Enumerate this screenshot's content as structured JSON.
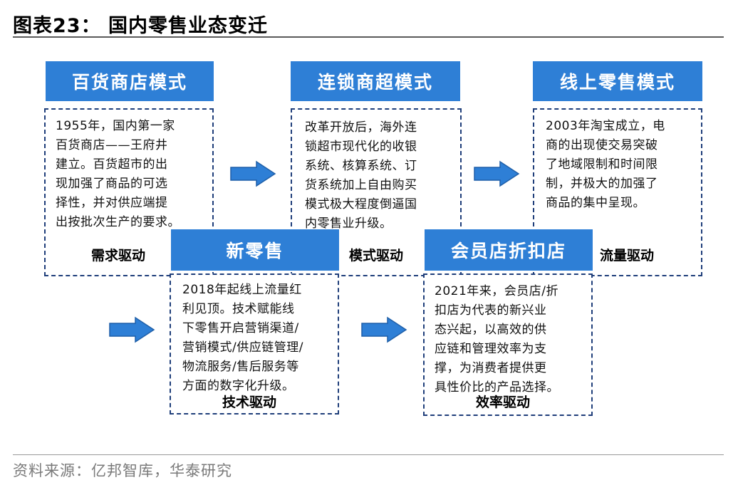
{
  "title": "图表23：  国内零售业态变迁",
  "source": "资料来源：亿邦智库，华泰研究",
  "stages": [
    {
      "header": "百货商店模式",
      "lines": [
        "1955年，国内第一家",
        "百货商店——王府井",
        "建立。百货超市的出",
        "现加强了商品的可选",
        "择性，并对供应端提",
        "出按批次生产的要求。"
      ],
      "driver": "需求驱动"
    },
    {
      "header": "连锁商超模式",
      "lines": [
        "改革开放后，海外连",
        "锁超市现代化的收银",
        "系统、核算系统、订",
        "货系统加上自由购买",
        "模式极大程度倒逼国",
        "内零售业升级。"
      ],
      "driver": "模式驱动"
    },
    {
      "header": "线上零售模式",
      "lines": [
        "2003年淘宝成立，电",
        "商的出现使交易突破",
        "了地域限制和时间限",
        "制，并极大的加强了",
        "商品的集中呈现。"
      ],
      "driver": "流量驱动"
    },
    {
      "header": "新零售",
      "lines": [
        "2018年起线上流量红",
        "利见顶。技术赋能线",
        "下零售开启营销渠道/",
        "营销模式/供应链管理/",
        "物流服务/售后服务等",
        "方面的数字化升级。"
      ],
      "driver": "技术驱动"
    },
    {
      "header": "会员店折扣店",
      "lines": [
        "2021年来，会员店/折",
        "扣店为代表的新兴业",
        "态兴起，以高效的供",
        "应链和管理效率为支",
        "撑，为消费者提供更",
        "具性价比的产品选择。"
      ],
      "driver": "效率驱动"
    }
  ],
  "colors": {
    "header_bg": "#2e7fd6",
    "border": "#1f3e7a",
    "arrow": "#2e7fd6"
  }
}
